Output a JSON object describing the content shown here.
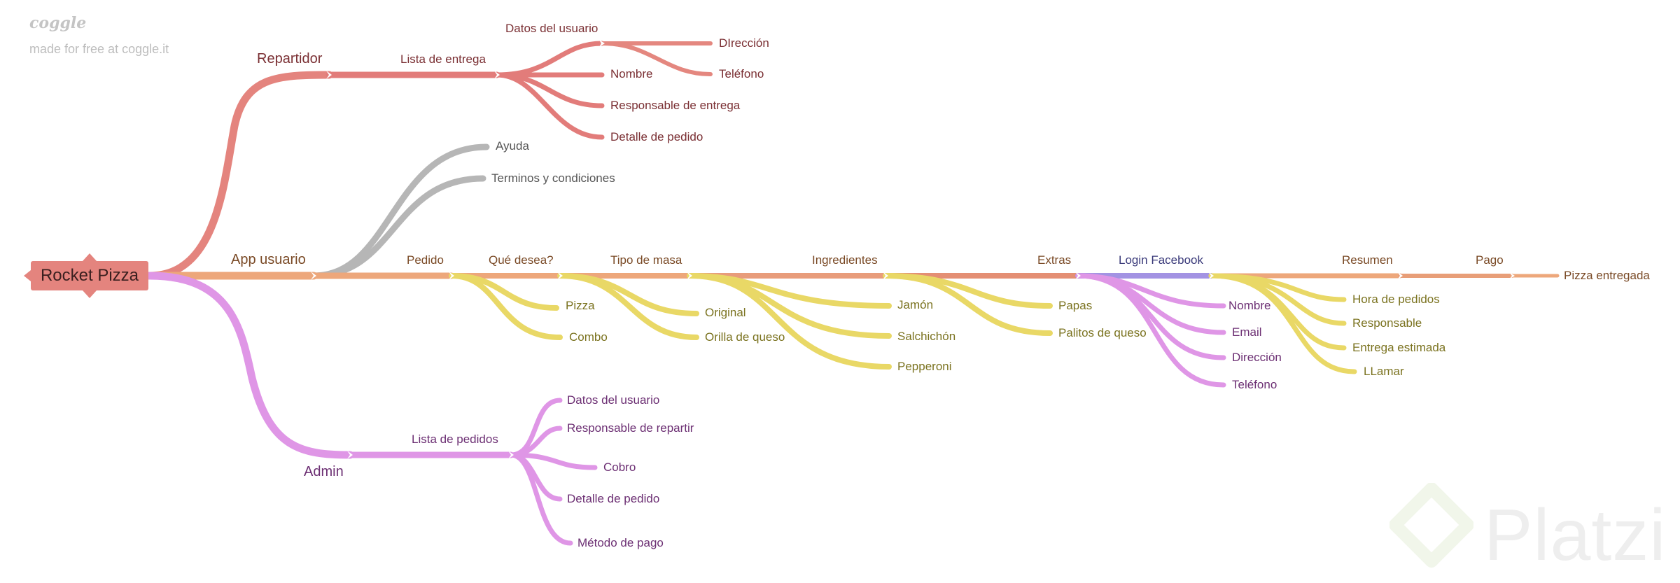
{
  "header": {
    "brand": "coggle",
    "tagline": "made for free at coggle.it"
  },
  "watermark": {
    "text": "Platzi"
  },
  "colors": {
    "red": "#e4847e",
    "red_text": "#7a2f33",
    "gray": "#b6b6b6",
    "gray_text": "#555555",
    "orange": "#eda77b",
    "orange_text": "#7a4a26",
    "yellow": "#e9d866",
    "yellow_text": "#7b7320",
    "purple": "#df96e6",
    "purple_text": "#6c2f73",
    "blue": "#a393e3",
    "blue_text": "#3a3a7a"
  },
  "root": {
    "label": "Rocket Pizza"
  },
  "branches": {
    "repartidor": {
      "label": "Repartidor",
      "lista": {
        "label": "Lista de entrega",
        "datos": {
          "label": "Datos del usuario",
          "direccion": "DIrección",
          "telefono": "Teléfono"
        },
        "nombre": "Nombre",
        "responsable": "Responsable de entrega",
        "detalle": "Detalle de pedido"
      }
    },
    "app": {
      "label": "App usuario",
      "ayuda": "Ayuda",
      "terminos": "Terminos y condiciones",
      "pedido": "Pedido",
      "que_desea": {
        "label": "Qué desea?",
        "pizza": "Pizza",
        "combo": "Combo"
      },
      "tipo_masa": {
        "label": "Tipo de masa",
        "original": "Original",
        "orilla": "Orilla de queso"
      },
      "ingredientes": {
        "label": "Ingredientes",
        "jamon": "Jamón",
        "salchichon": "Salchichón",
        "pepperoni": "Pepperoni"
      },
      "extras": {
        "label": "Extras",
        "papas": "Papas",
        "palitos": "Palitos de queso"
      },
      "login": {
        "label": "Login Facebook",
        "nombre": "Nombre",
        "email": "Email",
        "direccion": "Dirección",
        "telefono": "Teléfono"
      },
      "resumen": {
        "label": "Resumen",
        "hora": "Hora de pedidos",
        "responsable": "Responsable",
        "entrega": "Entrega estimada",
        "llamar": "LLamar"
      },
      "pago": "Pago",
      "entregada": "Pizza entregada"
    },
    "admin": {
      "label": "Admin",
      "lista": {
        "label": "Lista de pedidos",
        "datos": "Datos del usuario",
        "responsable": "Responsable de repartir",
        "cobro": "Cobro",
        "detalle": "Detalle de pedido",
        "metodo": "Método de pago"
      }
    }
  }
}
